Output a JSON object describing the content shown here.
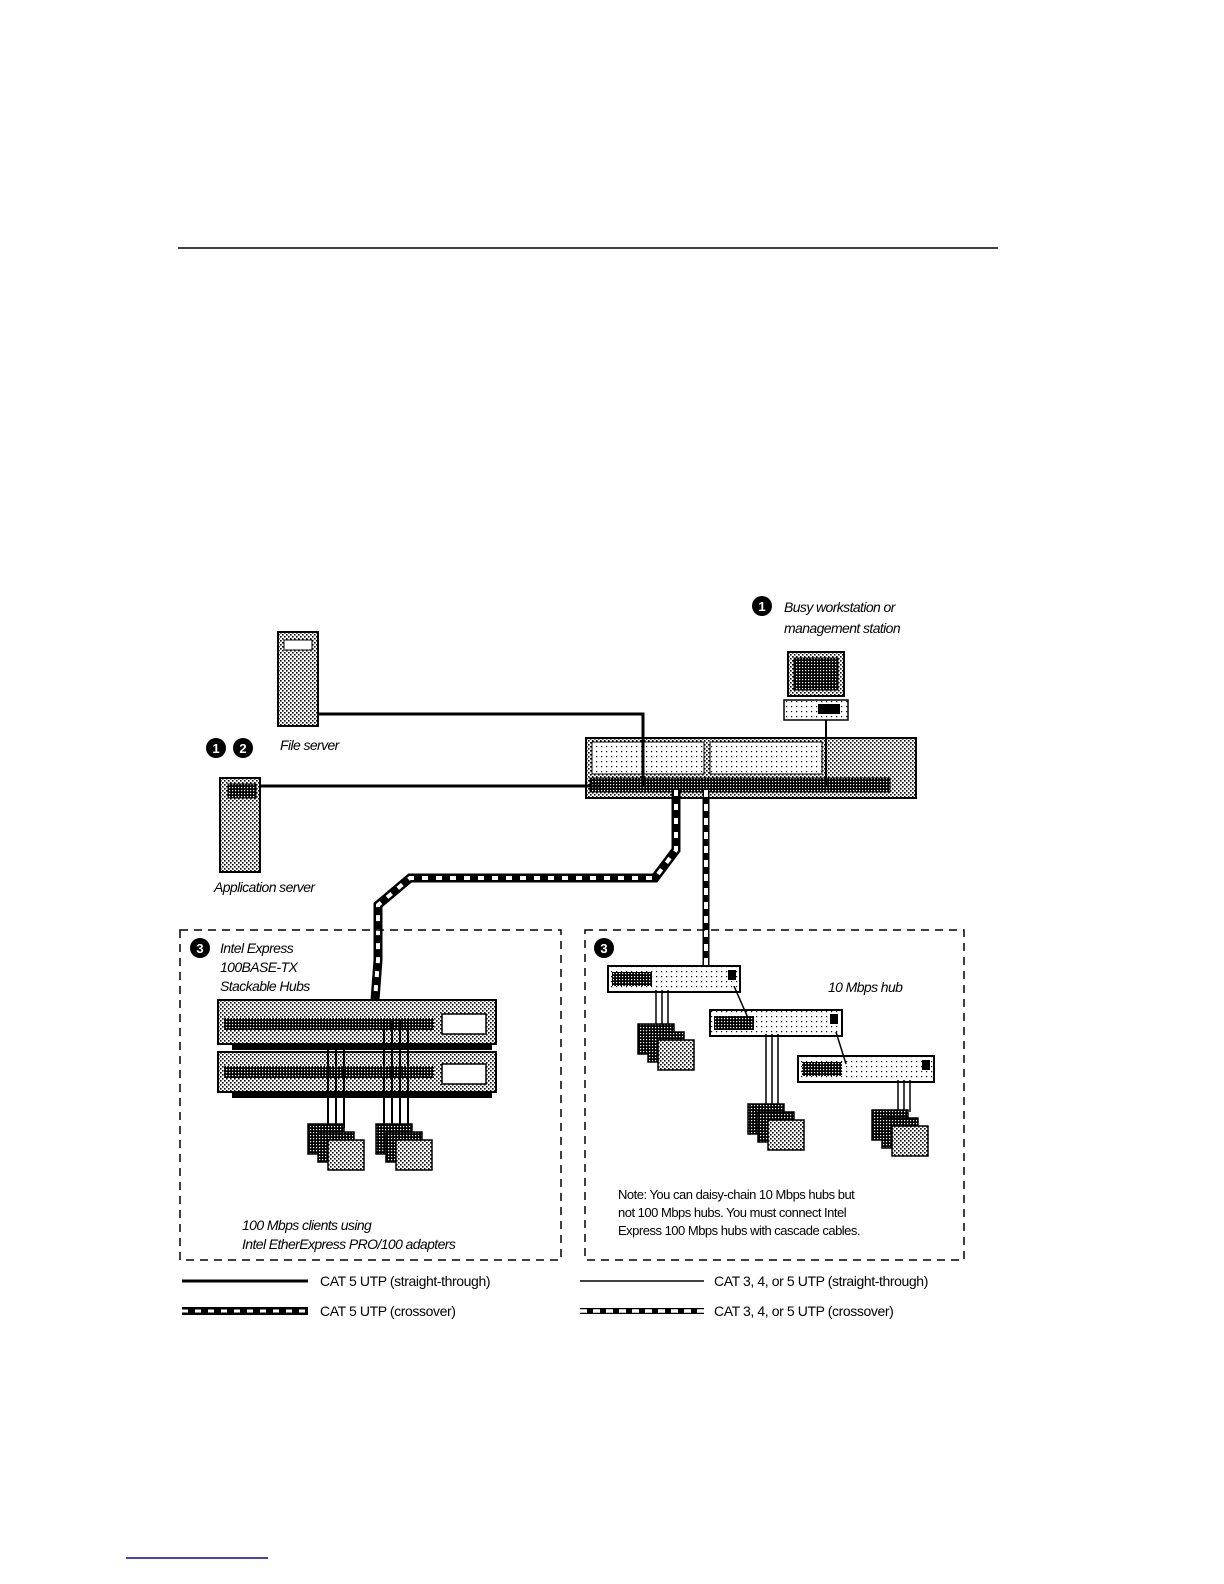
{
  "callouts": [
    "1",
    "2",
    "3"
  ],
  "labels": {
    "busy_workstation_line1": "Busy workstation or",
    "busy_workstation_line2": "management station",
    "file_server": "File server",
    "application_server": "Application server",
    "stackable_line1": "Intel Express",
    "stackable_line2": "100BASE-TX",
    "stackable_line3": "Stackable Hubs",
    "hub_10": "10 Mbps hub",
    "clients_line1": "100 Mbps clients using",
    "clients_line2": "Intel EtherExpress PRO/100 adapters"
  },
  "note": {
    "line1": "Note: You can daisy-chain 10 Mbps hubs but",
    "line2": "not 100 Mbps hubs. You must connect Intel",
    "line3": "Express 100 Mbps hubs with cascade cables."
  },
  "legend": {
    "cat5_straight": "CAT 5 UTP (straight-through)",
    "cat5_crossover": "CAT 5 UTP (crossover)",
    "cat345_straight": "CAT 3, 4, or 5 UTP (straight-through)",
    "cat345_crossover": "CAT 3, 4, or 5 UTP (crossover)"
  },
  "colors": {
    "ink": "#000000",
    "paper": "#ffffff",
    "footer_rule": "#0000cc"
  }
}
